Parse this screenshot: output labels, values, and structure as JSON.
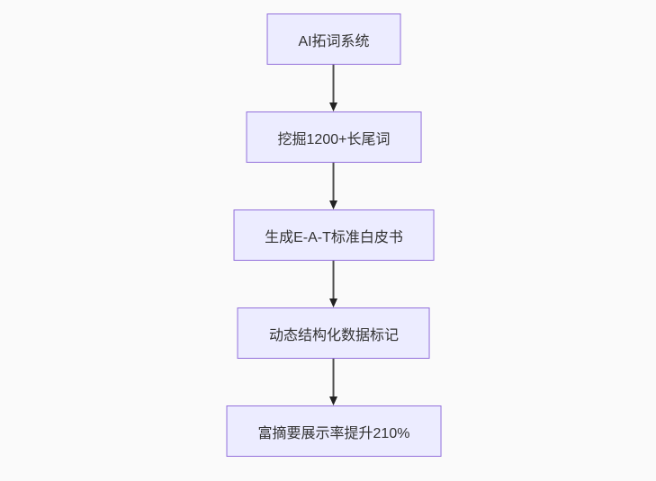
{
  "diagram": {
    "type": "flowchart-top-down",
    "nodes": [
      {
        "id": "a",
        "label": "AI拓词系统"
      },
      {
        "id": "b",
        "label": "挖掘1200+长尾词"
      },
      {
        "id": "c",
        "label": "生成E-A-T标准白皮书"
      },
      {
        "id": "d",
        "label": "动态结构化数据标记"
      },
      {
        "id": "e",
        "label": "富摘要展示率提升210%"
      }
    ],
    "edges": [
      {
        "from": "a",
        "to": "b"
      },
      {
        "from": "b",
        "to": "c"
      },
      {
        "from": "c",
        "to": "d"
      },
      {
        "from": "d",
        "to": "e"
      }
    ],
    "colors": {
      "background": "#fafafa",
      "node_fill": "#ececff",
      "node_border": "#9370db",
      "node_text": "#333333",
      "arrow_line": "#4d4d4d",
      "arrow_head": "#222222"
    }
  }
}
